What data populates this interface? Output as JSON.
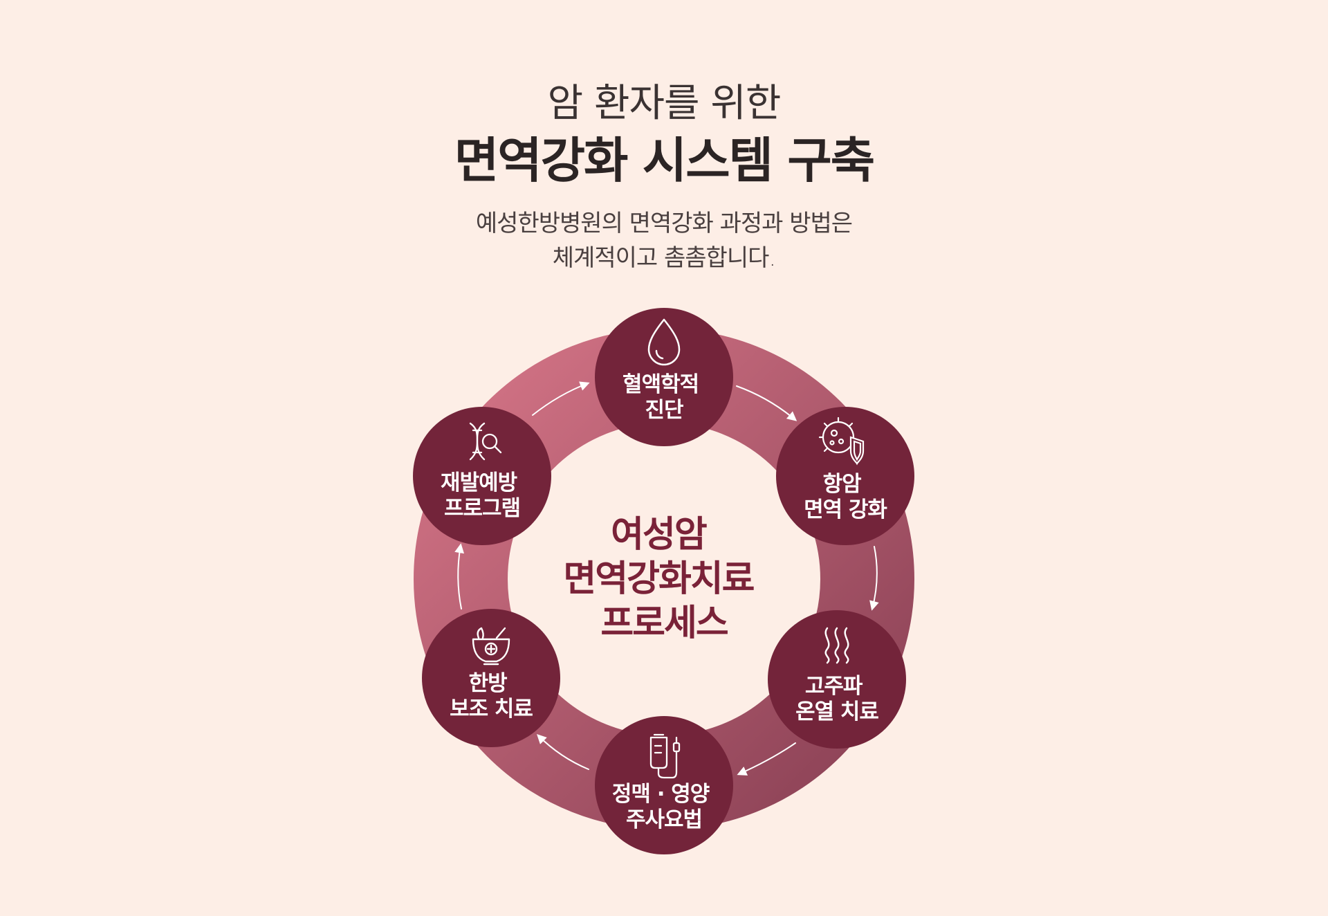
{
  "header": {
    "subtitle": "암 환자를 위한",
    "title": "면역강화 시스템 구축",
    "description_lines": [
      "예성한방병원의 면역강화 과정과 방법은",
      "체계적이고 촘촘합니다."
    ]
  },
  "diagram": {
    "center_lines": [
      "여성암",
      "면역강화치료",
      "프로세스"
    ],
    "steps": [
      {
        "icon": "blood-drop-icon",
        "lines": [
          "혈액학적",
          "진단"
        ]
      },
      {
        "icon": "immune-cell-shield-icon",
        "lines": [
          "항암",
          "면역 강화"
        ]
      },
      {
        "icon": "heat-waves-icon",
        "lines": [
          "고주파",
          "온열 치료"
        ]
      },
      {
        "icon": "iv-bag-icon",
        "lines": [
          "정맥 · 영양",
          "주사요법"
        ]
      },
      {
        "icon": "herbal-mortar-icon",
        "lines": [
          "한방",
          "보조 치료"
        ]
      },
      {
        "icon": "dna-search-icon",
        "lines": [
          "재발예방",
          "프로그램"
        ]
      }
    ]
  },
  "colors": {
    "background": "#fdeee6",
    "ring_start": "#d27385",
    "ring_end": "#8c4256",
    "node_fill": "#73243a",
    "center_text": "#7a2238"
  }
}
